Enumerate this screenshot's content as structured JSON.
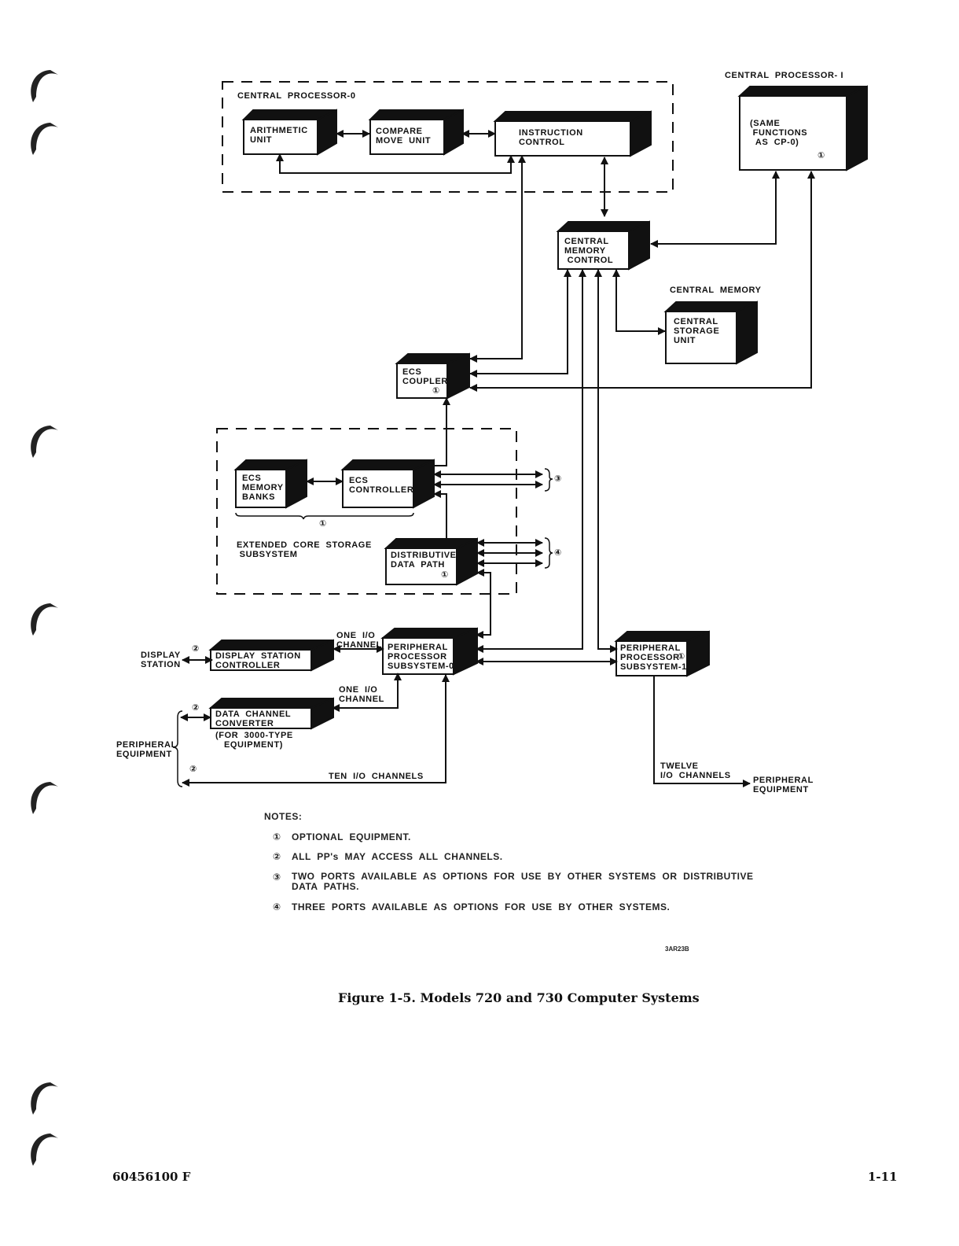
{
  "figure": {
    "caption": "Figure 1-5.  Models 720 and 730 Computer Systems",
    "drawing_code": "3AR23B"
  },
  "footer": {
    "doc_number": "60456100 F",
    "page_number": "1-11"
  },
  "groups": {
    "cp0": "CENTRAL  PROCESSOR-0",
    "cp1": "CENTRAL  PROCESSOR- I",
    "central_memory": "CENTRAL  MEMORY",
    "ecs": "EXTENDED  CORE  STORAGE\n SUBSYSTEM"
  },
  "blocks": {
    "arithmetic_unit": "ARITHMETIC\nUNIT",
    "compare_move_unit": "COMPARE\nMOVE  UNIT",
    "instruction_control": "INSTRUCTION\nCONTROL",
    "cp1_box": "(SAME\n FUNCTIONS\n  AS  CP-0)",
    "central_memory_control": "CENTRAL\nMEMORY\n CONTROL",
    "central_storage_unit": "CENTRAL\nSTORAGE\nUNIT",
    "ecs_coupler": "ECS\nCOUPLER",
    "ecs_memory_banks": "ECS\nMEMORY\nBANKS",
    "ecs_controller": "ECS\nCONTROLLER",
    "distributive_data_path": "DISTRIBUTIVE\nDATA  PATH",
    "display_station_controller": "DISPLAY  STATION\nCONTROLLER",
    "data_channel_converter": "DATA  CHANNEL\nCONVERTER",
    "pps0": "PERIPHERAL\nPROCESSOR\nSUBSYSTEM-0",
    "pps1": "PERIPHERAL\nPROCESSOR\nSUBSYSTEM-1"
  },
  "labels": {
    "display_station": "DISPLAY\nSTATION",
    "one_io_channel_a": "ONE  I/O\nCHANNEL",
    "one_io_channel_b": "ONE  I/O\nCHANNEL",
    "for_3000": "(FOR  3000-TYPE\n   EQUIPMENT)",
    "peripheral_equipment_left": "PERIPHERAL\nEQUIPMENT",
    "ten_io_channels": "TEN  I/O  CHANNELS",
    "twelve_io_channels": "TWELVE\nI/O  CHANNELS",
    "peripheral_equipment_right": "PERIPHERAL\nEQUIPMENT"
  },
  "markers": {
    "optional": "①",
    "all_pps": "②",
    "two_ports": "③",
    "three_ports": "④"
  },
  "notes": {
    "heading": "NOTES:",
    "items": [
      {
        "num": "①",
        "text": "OPTIONAL  EQUIPMENT."
      },
      {
        "num": "②",
        "text": "ALL  PP's  MAY  ACCESS  ALL  CHANNELS."
      },
      {
        "num": "③",
        "text": "TWO  PORTS  AVAILABLE  AS  OPTIONS  FOR  USE  BY  OTHER  SYSTEMS  OR  DISTRIBUTIVE\nDATA  PATHS."
      },
      {
        "num": "④",
        "text": "THREE  PORTS  AVAILABLE  AS  OPTIONS  FOR  USE  BY  OTHER  SYSTEMS."
      }
    ]
  },
  "colors": {
    "ink": "#111111",
    "paper": "#ffffff"
  }
}
